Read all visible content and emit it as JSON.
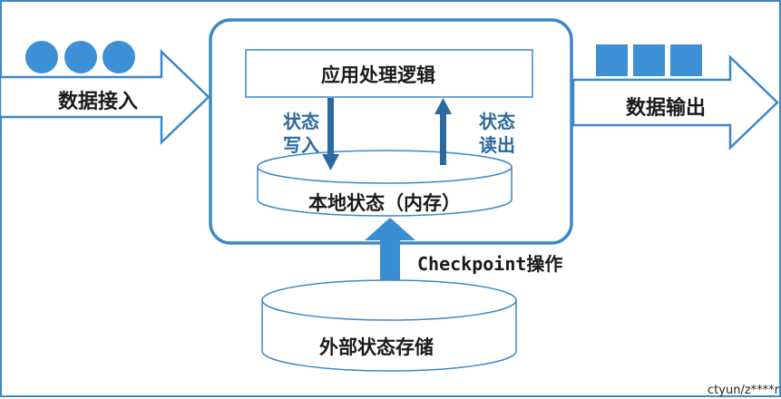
{
  "diagram": {
    "input_label": "数据接入",
    "output_label": "数据输出",
    "app_logic": "应用处理逻辑",
    "state_write": [
      "状态",
      "写入"
    ],
    "state_read": [
      "状态",
      "读出"
    ],
    "local_state": "本地状态（内存）",
    "checkpoint": "Checkpoint操作",
    "external_storage": "外部状态存储",
    "watermark": "ctyun/z****r",
    "input_icons": [
      "circle-icon",
      "circle-icon",
      "circle-icon"
    ],
    "output_icons": [
      "square-icon",
      "square-icon",
      "square-icon"
    ]
  },
  "colors": {
    "accent": "#3d8fd6",
    "outline": "#3b88c9",
    "arrow_fill": "#3a8ed2",
    "label_blue": "#2c6a9e"
  }
}
